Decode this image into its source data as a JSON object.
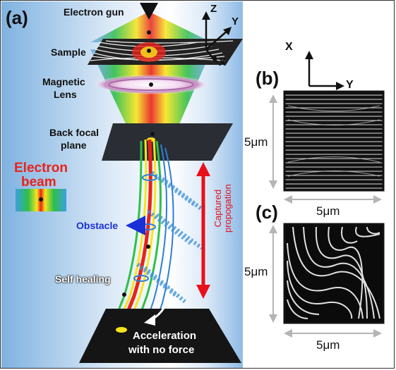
{
  "panel_a": {
    "label": "(a)",
    "axes": {
      "z": "Z",
      "y": "Y",
      "x": "X"
    },
    "electron_gun": "Electron gun",
    "sample": "Sample",
    "magnetic_lens_line1": "Magnetic",
    "magnetic_lens_line2": "Lens",
    "back_focal_line1": "Back focal",
    "back_focal_line2": "plane",
    "electron_beam_line1": "Electron",
    "electron_beam_line2": "beam",
    "obstacle": "Obstacle",
    "self_healing": "Self healing",
    "captured_line1": "Captured",
    "captured_line2": "propogation",
    "acceleration_line1": "Acceleration",
    "acceleration_line2": "with no force"
  },
  "panel_b": {
    "label": "(b)",
    "axes": {
      "x": "X",
      "y": "Y"
    },
    "height_label": "5μm",
    "width_label": "5μm"
  },
  "panel_c": {
    "label": "(c)",
    "height_label": "5μm",
    "width_label": "5μm"
  },
  "colors": {
    "beam_red": "#e8231c",
    "beam_yellow": "#f7e51b",
    "beam_green": "#2fbf4a",
    "beam_blue": "#2c7fd8",
    "obstacle_blue": "#1a2fd6",
    "captured_red": "#e8101a"
  }
}
